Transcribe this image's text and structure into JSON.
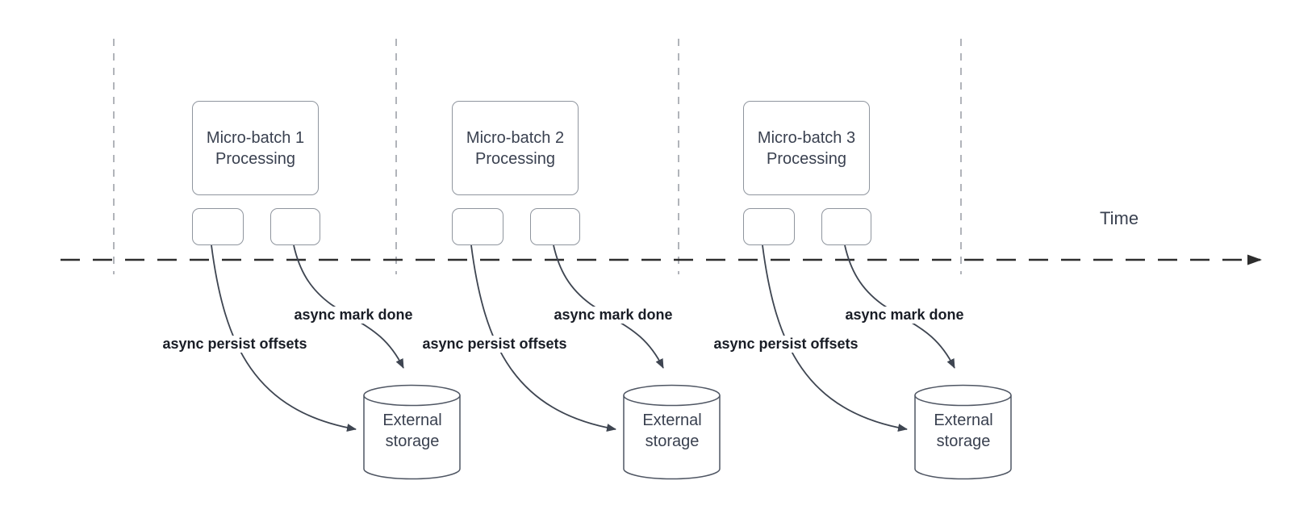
{
  "diagram": {
    "time_axis_label": "Time",
    "batches": [
      {
        "box_label": "Micro-batch 1 Processing",
        "persist_arrow_label": "async persist offsets",
        "done_arrow_label": "async mark done",
        "storage_label": "External storage"
      },
      {
        "box_label": "Micro-batch 2 Processing",
        "persist_arrow_label": "async persist offsets",
        "done_arrow_label": "async mark done",
        "storage_label": "External storage"
      },
      {
        "box_label": "Micro-batch 3 Processing",
        "persist_arrow_label": "async persist offsets",
        "done_arrow_label": "async mark done",
        "storage_label": "External storage"
      }
    ],
    "colors": {
      "shape_border": "#8f959e",
      "connector": "#3e4551",
      "cylinder_border": "#4f5663",
      "timeline": "#2d2d2d",
      "guide_line": "#b1b4ba",
      "shape_text": "#3a4150",
      "connector_label_text": "#191d26"
    }
  }
}
